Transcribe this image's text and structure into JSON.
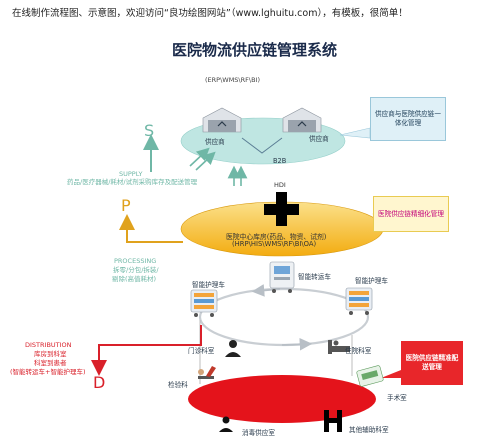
{
  "header": {
    "note": "在线制作流程图、示意图，欢迎访问“良功绘图网站”（www.lghuitu.com），有模板，很简单！",
    "title": "医院物流供应链管理系统"
  },
  "supply_chain": {
    "erp_label": "(ERP\\WMS\\RF\\BI)",
    "supplier_left": "供应商",
    "supplier_right": "供应商",
    "b2b": "B2B",
    "supplier_callout": "供应商与医院供应链一体化管理",
    "hdi": "HDI"
  },
  "hospital_center": {
    "line1": "医院中心库房(药品、物资、试剂)",
    "line2": "(HRP\\HIS\\WMS\\RF\\BI\\OA)",
    "callout": "医院供应链精细化管理"
  },
  "stages": {
    "supply": {
      "letter": "S",
      "title": "SUPPLY",
      "desc": "药品/医疗器械/耗材/试剂采购库存及配送管理"
    },
    "processing": {
      "letter": "P",
      "title": "PROCESSING",
      "line1": "拆零/分包/拆装/",
      "line2": "剔除(高值耗材)"
    },
    "distribution": {
      "letter": "D",
      "title": "DISTRIBUTION",
      "line1": "库房到科室",
      "line2": "科室到患者",
      "line3": "(智能转运车+智能护理车)"
    }
  },
  "ward_loop": {
    "cart_left": "智能护理车",
    "transport": "智能转运车",
    "cart_right": "智能护理车",
    "outpatient": "门诊科室",
    "inpatient": "住院科室"
  },
  "dept_zone": {
    "lab": "检验科",
    "surgery": "手术室",
    "disinfection": "消毒供应室",
    "other": "其他辅助科室",
    "callout": "医院供应链精准配送管理"
  },
  "colors": {
    "teal_ellipse": "#bfe6e2",
    "gold_ellipse": "#f3b21a",
    "red_ellipse": "#e4131b",
    "supply_green": "#6fb7a6",
    "processing_gold": "#e0a21d",
    "distribution_red": "#d9202a"
  },
  "icons": [
    "box-icon",
    "plus-icon",
    "cart-icon",
    "doctor-icon",
    "hospital-bed-icon",
    "microscope-icon",
    "hospital-h-icon"
  ]
}
